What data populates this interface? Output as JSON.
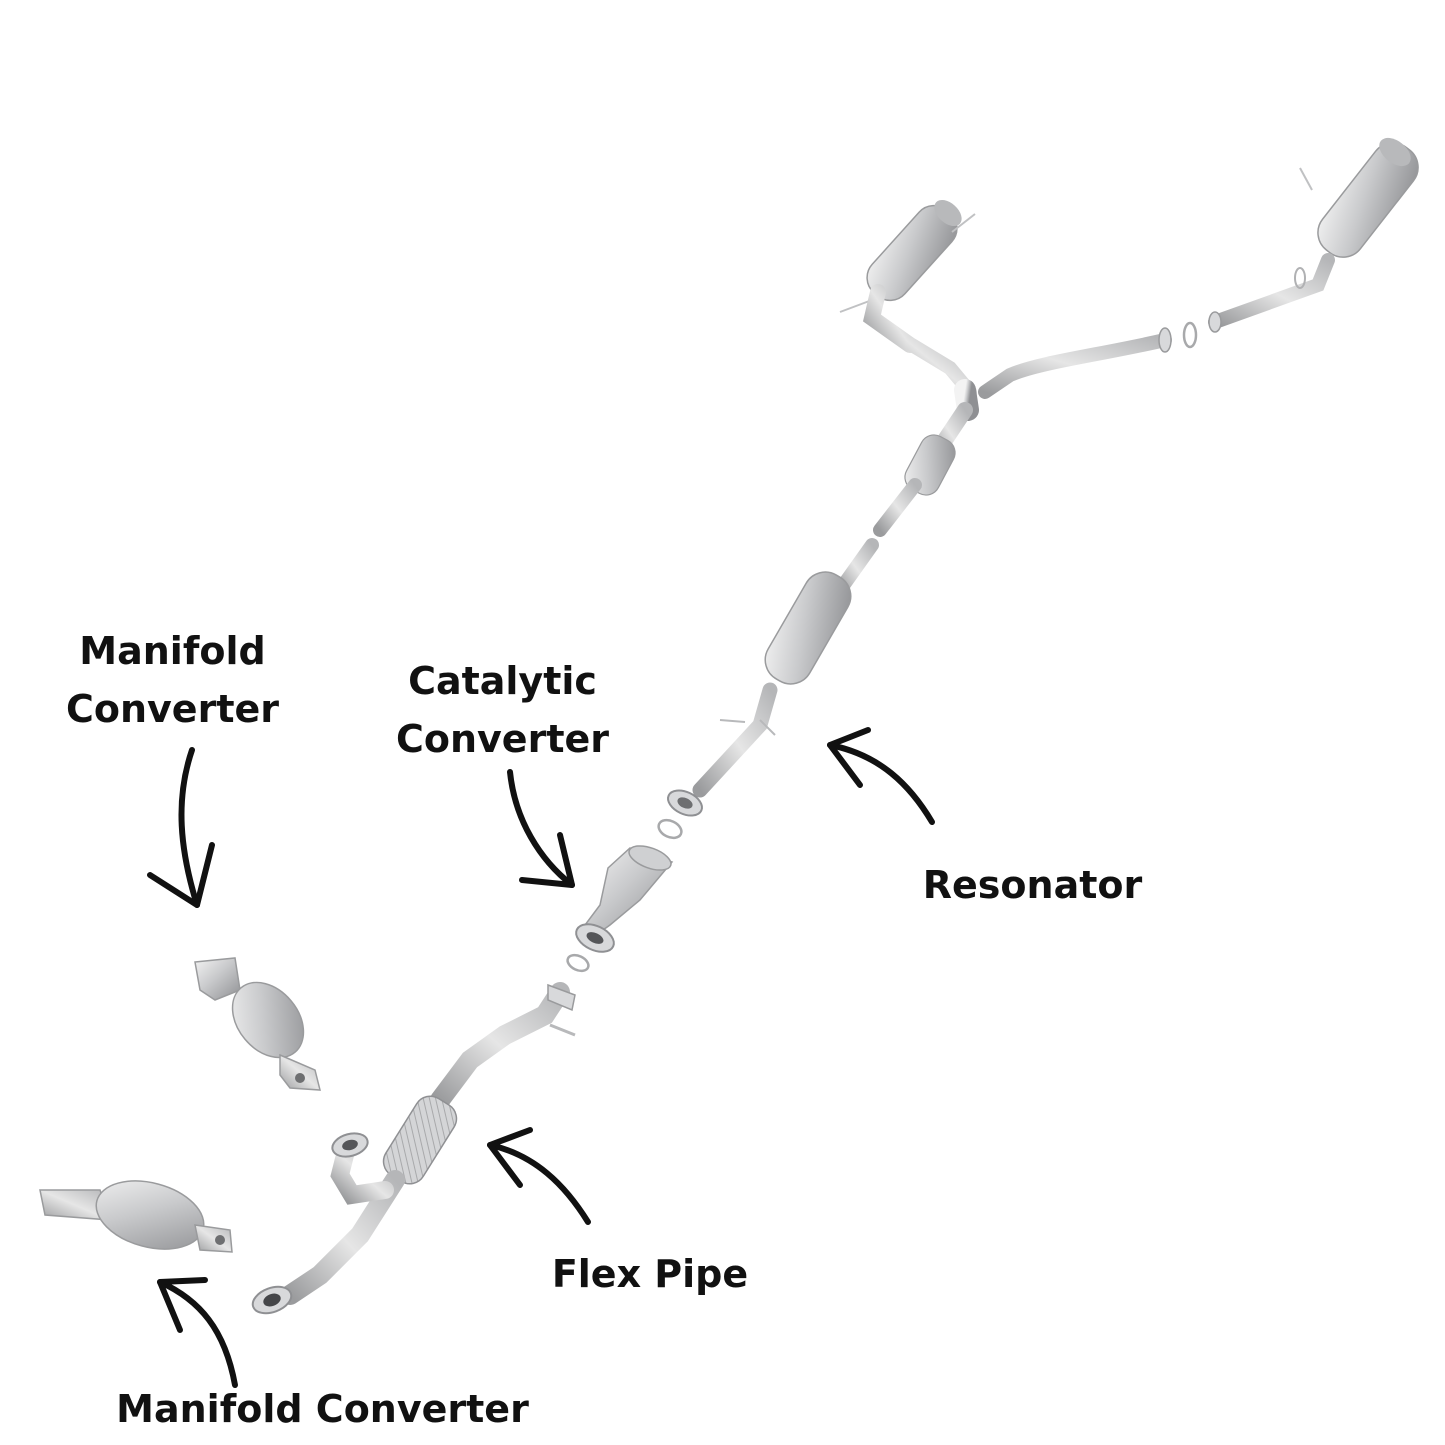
{
  "labels": {
    "manifold_upper": {
      "line1": "Manifold",
      "line2": "Converter"
    },
    "catalytic": {
      "line1": "Catalytic",
      "line2": "Converter"
    },
    "resonator": "Resonator",
    "flex_pipe": "Flex Pipe",
    "manifold_lower": "Manifold Converter"
  },
  "colors": {
    "pipe": "#c9cacc",
    "pipe_highlight": "#eeeeee",
    "pipe_shadow": "#9a9b9d",
    "text": "#111111",
    "arrow": "#111111",
    "background": "#ffffff"
  }
}
